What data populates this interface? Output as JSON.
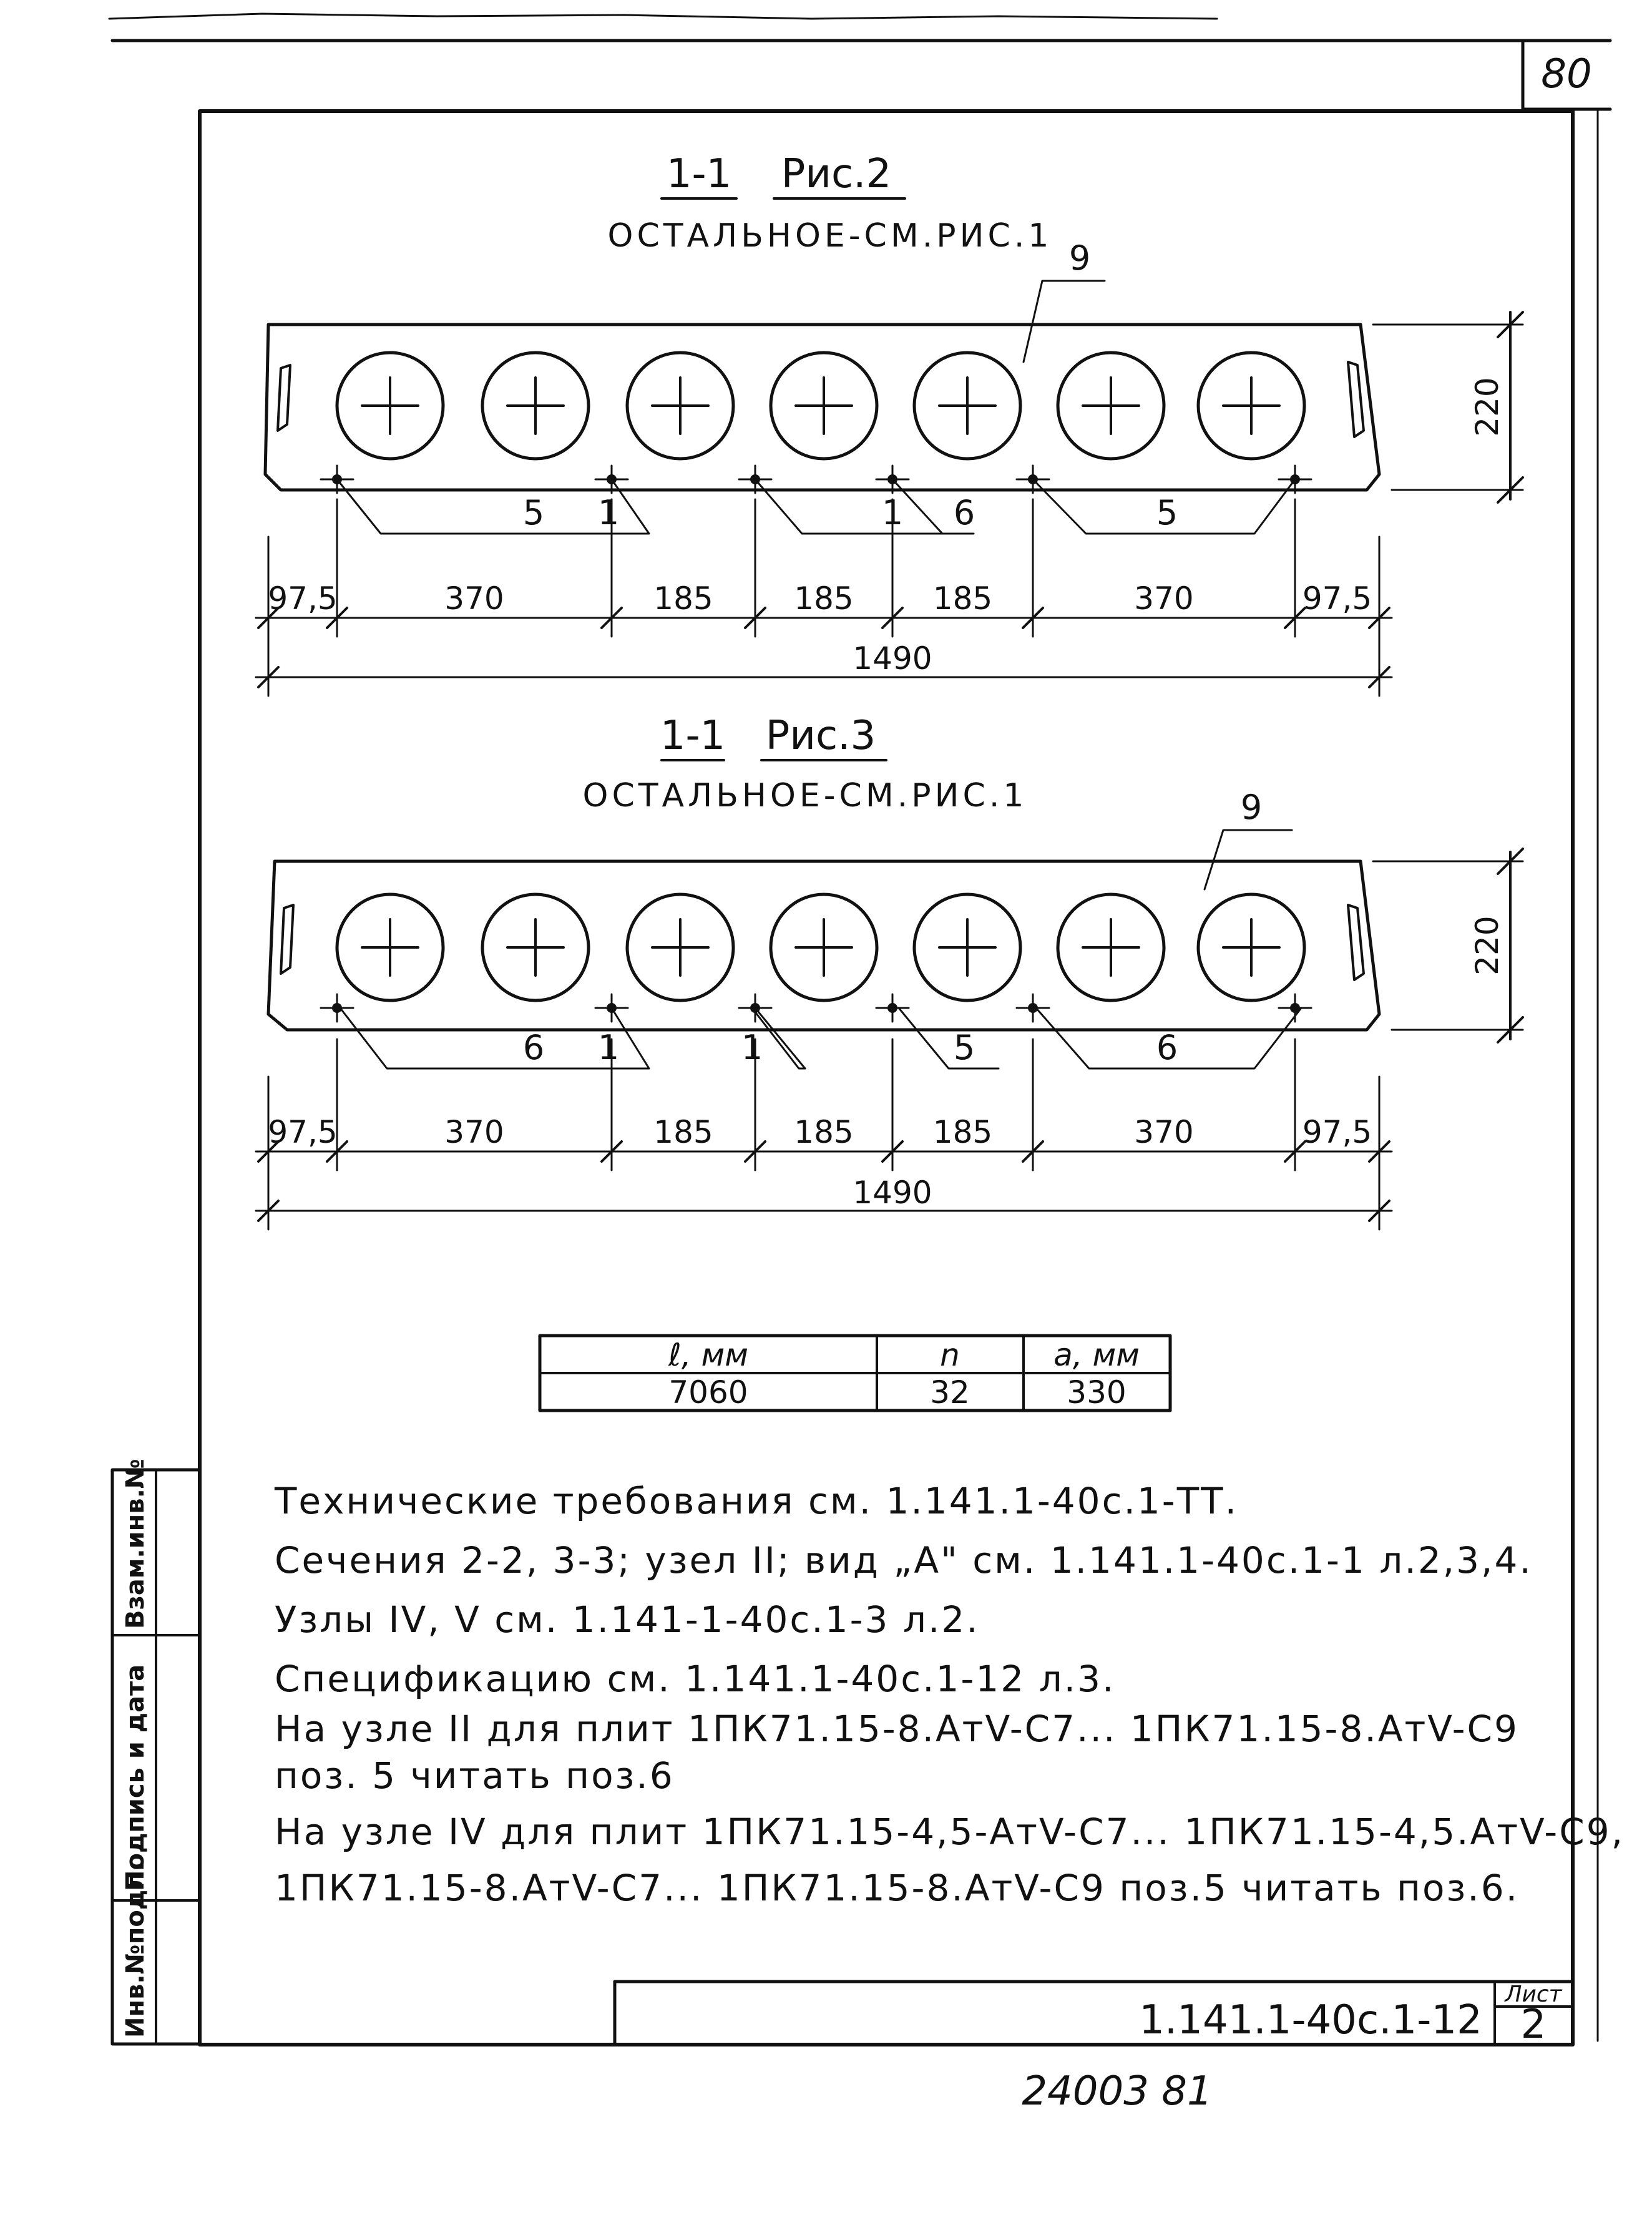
{
  "sheet": {
    "page_number": "80",
    "bottom_note": "24003  81",
    "doc_code": "1.141.1-40с.1-12",
    "sheet_label": "Лист",
    "sheet_no": "2"
  },
  "side_stamp": {
    "inv_podl": "Инв.№подл.",
    "podpis_data": "Подпись и дата",
    "vzam_inv": "Взам.инв.№"
  },
  "fig2": {
    "section": "1-1",
    "title": "Рис.2",
    "subtitle": "ОСТАЛЬНОЕ-СМ.РИС.1",
    "callout": "9",
    "height": "220",
    "labels": [
      "5",
      "1",
      "1",
      "6",
      "5"
    ],
    "dims": [
      "97,5",
      "370",
      "185",
      "185",
      "185",
      "370",
      "97,5"
    ],
    "total": "1490"
  },
  "fig3": {
    "section": "1-1",
    "title": "Рис.3",
    "subtitle": "ОСТАЛЬНОЕ-СМ.РИС.1",
    "callout": "9",
    "height": "220",
    "labels": [
      "6",
      "1",
      "1",
      "5",
      "6"
    ],
    "dims": [
      "97,5",
      "370",
      "185",
      "185",
      "185",
      "370",
      "97,5"
    ],
    "total": "1490"
  },
  "table": {
    "headers": [
      "ℓ, мм",
      "n",
      "a, мм"
    ],
    "row": [
      "7060",
      "32",
      "330"
    ]
  },
  "notes": [
    "Технические требования см. 1.141.1-40с.1-ТТ.",
    "Сечения 2-2, 3-3; узел II; вид „А\" см. 1.141.1-40с.1-1 л.2,3,4.",
    "Узлы IV, V см. 1.141-1-40с.1-3 л.2.",
    "Спецификацию см. 1.141.1-40с.1-12 л.3.",
    "На узле II для плит 1ПК71.15-8.АтV-С7... 1ПК71.15-8.АтV-С9",
    "поз. 5 читать поз.6",
    "На узле IV для плит 1ПК71.15-4,5-АтV-С7... 1ПК71.15-4,5.АтV-С9,",
    "1ПК71.15-8.АтV-С7... 1ПК71.15-8.АтV-С9 поз.5 читать поз.6."
  ]
}
